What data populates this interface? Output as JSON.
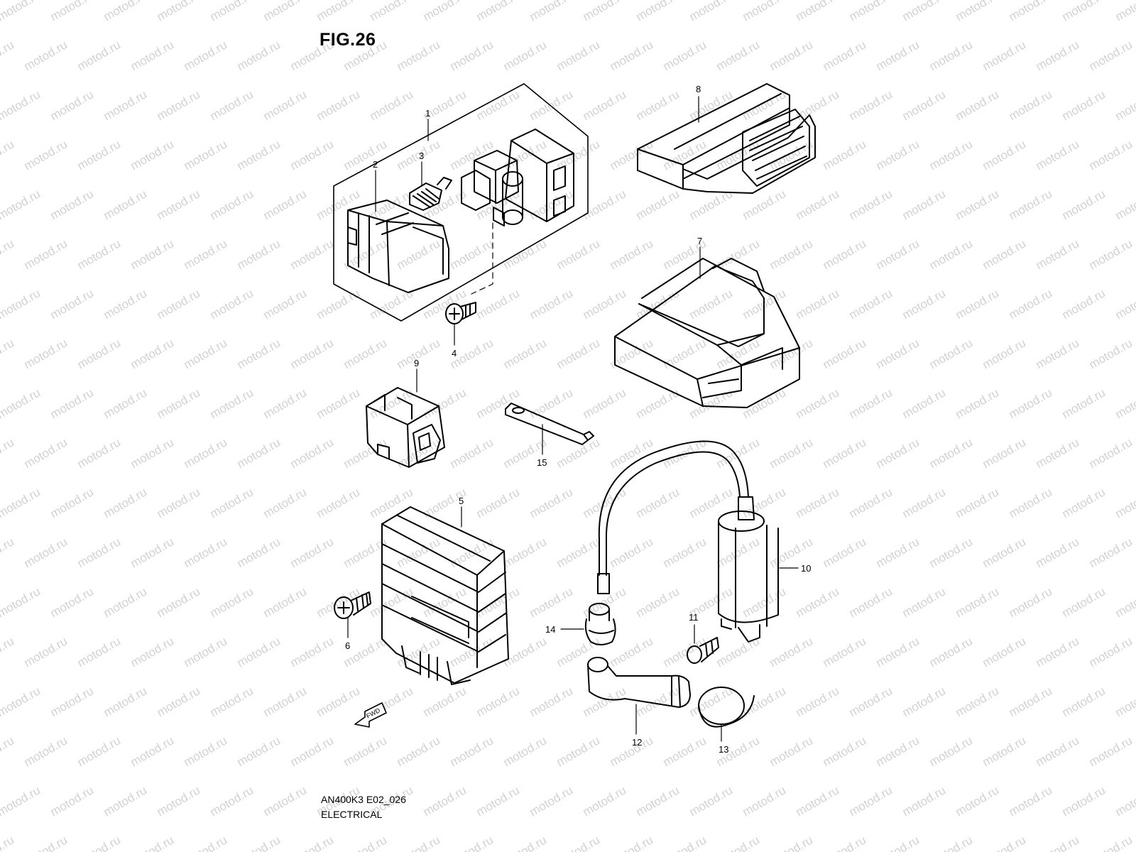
{
  "figure": {
    "title": "FIG.26",
    "model_code": "AN400K3 E02_026",
    "section": "ELECTRICAL"
  },
  "watermark": {
    "text": "motod.ru"
  },
  "fwd_label": "FWD",
  "callouts": [
    {
      "id": "1",
      "label": "1"
    },
    {
      "id": "2",
      "label": "2"
    },
    {
      "id": "3",
      "label": "3"
    },
    {
      "id": "4",
      "label": "4"
    },
    {
      "id": "5",
      "label": "5"
    },
    {
      "id": "6",
      "label": "6"
    },
    {
      "id": "7",
      "label": "7"
    },
    {
      "id": "8",
      "label": "8"
    },
    {
      "id": "9",
      "label": "9"
    },
    {
      "id": "10",
      "label": "10"
    },
    {
      "id": "11",
      "label": "11"
    },
    {
      "id": "12",
      "label": "12"
    },
    {
      "id": "13",
      "label": "13"
    },
    {
      "id": "14",
      "label": "14"
    },
    {
      "id": "15",
      "label": "15"
    }
  ]
}
